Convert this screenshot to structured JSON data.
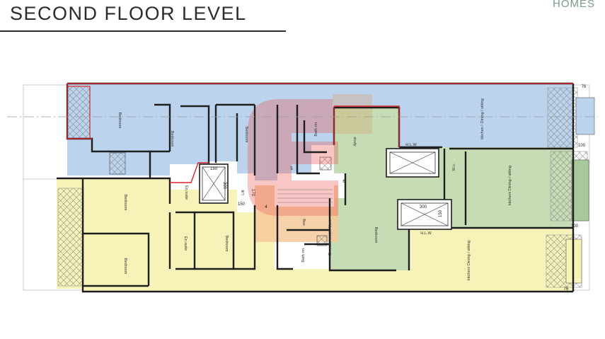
{
  "header": {
    "title": "SECOND FLOOR LEVEL",
    "brand": "HOMES"
  },
  "colors": {
    "blue_unit": "#bcd3ee",
    "green_unit": "#c5dcb4",
    "yellow_unit": "#f6f2b8",
    "orange_zone": "#f4c99a",
    "outline_red": "#d9252b",
    "wall": "#1e1e1e",
    "logo_red": "#e8504a"
  },
  "rooms": {
    "bedroom_1": "Bedroom",
    "bedroom_2": "Bedroom",
    "bedroom_3": "Bedroom",
    "bedroom_4": "Bedroom",
    "bedroom_5": "Bedroom",
    "bedroom_6": "Bedroom",
    "bedroom_7": "Bedroom",
    "bathrm_1": "Bath rm.",
    "bathrm_2": "Bath rm.",
    "study": "study",
    "kitchen_1": "kitchen / Dining / sitting",
    "kitchen_2": "kitchen/ Dining / sitting",
    "kitchen_3": "kitchen/ Dining / sitting",
    "ensuite_1": "En.suite",
    "ensuite_2": "En.suite",
    "ensuite_mech": "En.suite mech. Vent",
    "wc": "W.c.",
    "lift": "Lift",
    "box": "Box",
    "hlw_1": "H.L.W",
    "hlw_2": "H.L.W"
  },
  "dims": {
    "d150_a": "150",
    "d300_a": "300",
    "d170": "170",
    "d150_b": "150",
    "d300_b": "300",
    "d150_c": "150",
    "d76_top": "76",
    "d100_a": "100",
    "d100_b": "100",
    "d76_bot": "76",
    "n5": "5",
    "n4": "4",
    "n6": "6"
  }
}
